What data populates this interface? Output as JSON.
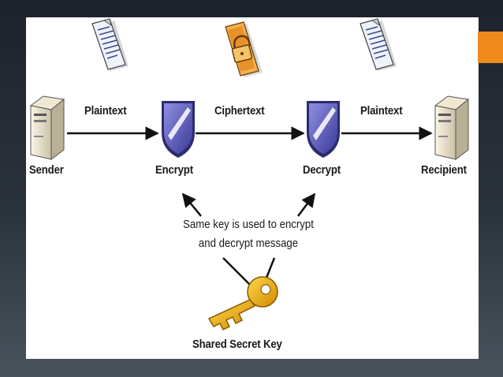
{
  "slide": {
    "background_color": "#2a323c",
    "accent_color": "#f08a1c"
  },
  "diagram": {
    "nodes": {
      "sender": "Sender",
      "encrypt": "Encrypt",
      "decrypt": "Decrypt",
      "recipient": "Recipient"
    },
    "edges": {
      "plaintext_in": "Plaintext",
      "ciphertext": "Ciphertext",
      "plaintext_out": "Plaintext"
    },
    "note_line1": "Same key is used to encrypt",
    "note_line2": "and decrypt message",
    "key_label": "Shared Secret Key",
    "icons": [
      "server-icon",
      "document-icon",
      "shield-icon",
      "locked-document-icon",
      "key-icon"
    ]
  }
}
